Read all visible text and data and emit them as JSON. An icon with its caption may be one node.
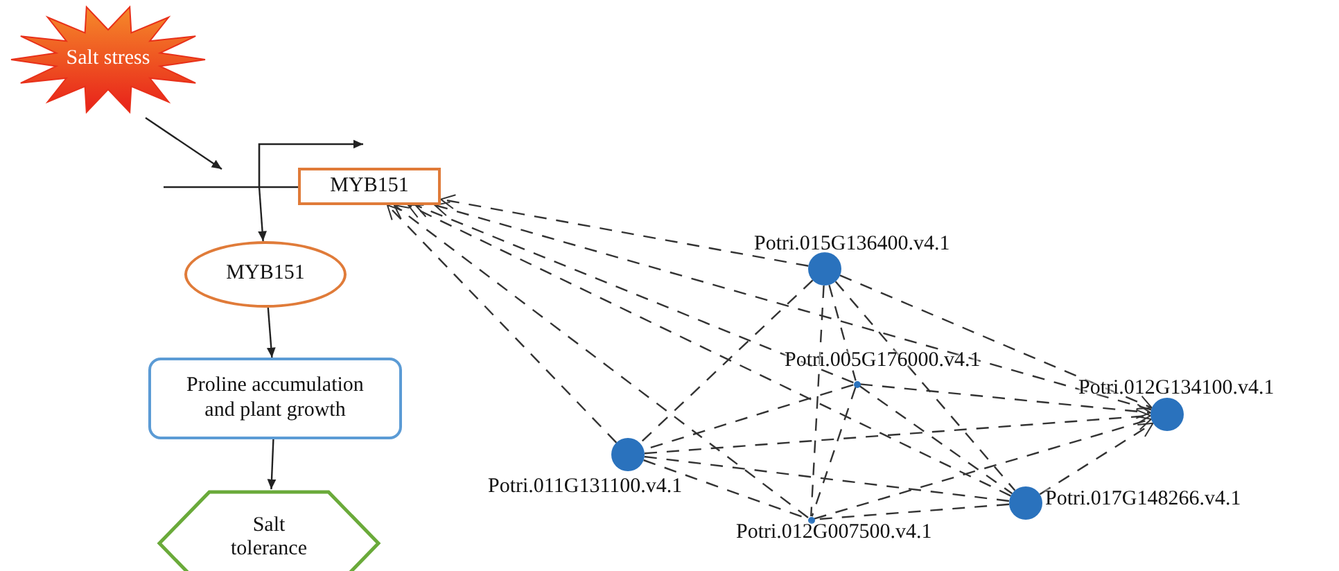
{
  "diagram": {
    "nodes": [
      {
        "text": [
          "Salt stress"
        ]
      },
      {
        "text": [
          "MYB151"
        ]
      },
      {
        "text": [
          "MYB151"
        ]
      },
      {
        "text": [
          "Proline accumulation and plant growth"
        ]
      },
      {
        "text": [
          "Salt tolerance"
        ]
      },
      {
        "text": [
          "Potri.015G136400.v4.1"
        ]
      },
      {
        "text": [
          "Potri.005G176000.v4.1"
        ]
      },
      {
        "text": [
          "Potri.012G134100.v4.1"
        ]
      },
      {
        "text": [
          "Potri.011G131100.v4.1"
        ]
      },
      {
        "text": [
          "Potri.017G148266.v4.1"
        ]
      },
      {
        "text": [
          "Potri.012G007500.v4.1"
        ]
      }
    ],
    "edges": [
      {
        "from": 0,
        "to": null,
        "arrow": "to"
      },
      {
        "from": null,
        "to": 2,
        "arrow": "to"
      },
      {
        "from": 2,
        "to": 3,
        "arrow": "to"
      },
      {
        "from": 3,
        "to": 4,
        "arrow": "to"
      },
      {
        "from": 5,
        "to": 1,
        "arrow": "to",
        "style": "dashed"
      },
      {
        "from": 6,
        "to": 1,
        "arrow": "to",
        "style": "dashed"
      },
      {
        "from": 7,
        "to": 1,
        "arrow": "to",
        "style": "dashed"
      },
      {
        "from": 8,
        "to": 1,
        "arrow": "to",
        "style": "dashed"
      },
      {
        "from": 9,
        "to": 1,
        "arrow": "to",
        "style": "dashed"
      },
      {
        "from": 10,
        "to": 1,
        "arrow": "to",
        "style": "dashed"
      },
      {
        "from": 5,
        "to": 7,
        "arrow": "to",
        "style": "dashed"
      },
      {
        "from": 6,
        "to": 7,
        "arrow": "to",
        "style": "dashed"
      },
      {
        "from": 8,
        "to": 7,
        "arrow": "to",
        "style": "dashed"
      },
      {
        "from": 9,
        "to": 7,
        "arrow": "to",
        "style": "dashed"
      },
      {
        "from": 10,
        "to": 7,
        "arrow": "to",
        "style": "dashed"
      },
      {
        "from": 5,
        "to": 6,
        "arrow": "none",
        "style": "dashed"
      },
      {
        "from": 5,
        "to": 8,
        "arrow": "none",
        "style": "dashed"
      },
      {
        "from": 5,
        "to": 9,
        "arrow": "none",
        "style": "dashed"
      },
      {
        "from": 5,
        "to": 10,
        "arrow": "none",
        "style": "dashed"
      },
      {
        "from": 6,
        "to": 8,
        "arrow": "none",
        "style": "dashed"
      },
      {
        "from": 6,
        "to": 9,
        "arrow": "none",
        "style": "dashed"
      },
      {
        "from": 6,
        "to": 10,
        "arrow": "none",
        "style": "dashed"
      },
      {
        "from": 8,
        "to": 9,
        "arrow": "none",
        "style": "dashed"
      },
      {
        "from": 8,
        "to": 10,
        "arrow": "none",
        "style": "dashed"
      },
      {
        "from": 9,
        "to": 10,
        "arrow": "none",
        "style": "dashed"
      }
    ]
  }
}
